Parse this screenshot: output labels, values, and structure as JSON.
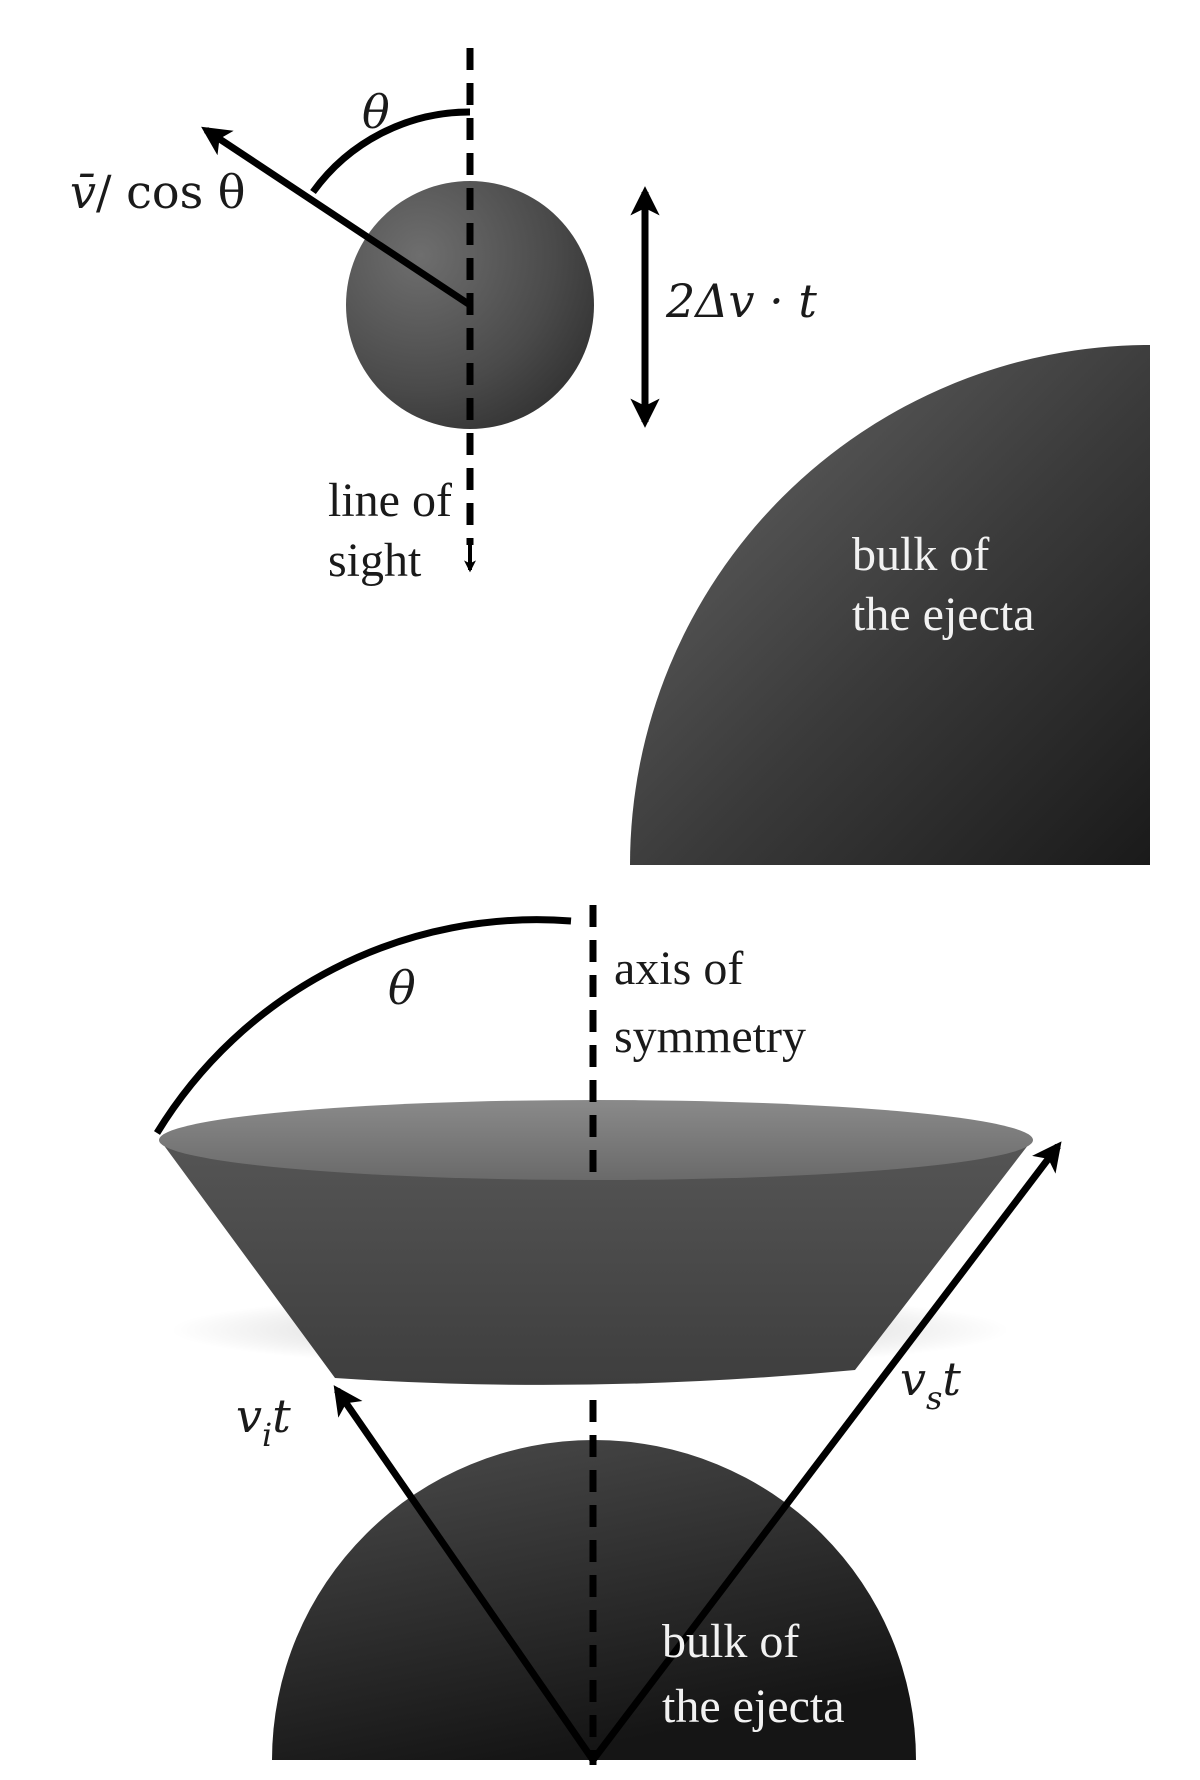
{
  "top_panel": {
    "theta_label": "θ",
    "vbar_symbol": "v̄",
    "vbar_rest": "/ cos θ",
    "width_label": "2Δv · t",
    "line_of_sight_line1": "line of",
    "line_of_sight_line2": "sight",
    "bulk_line1": "bulk of",
    "bulk_line2": "the ejecta"
  },
  "bottom_panel": {
    "theta_label": "θ",
    "axis_line1": "axis of",
    "axis_line2": "symmetry",
    "vs_main": "v",
    "vs_sub": "s",
    "vs_t": "t",
    "vi_main": "v",
    "vi_sub": "i",
    "vi_t": "t",
    "bulk_line1": "bulk of",
    "bulk_line2": "the ejecta"
  },
  "colors": {
    "blob_light": "#6a6a6a",
    "blob_dark": "#1e1e1e",
    "cone": "#4a4a4a",
    "lines": "#000000"
  }
}
